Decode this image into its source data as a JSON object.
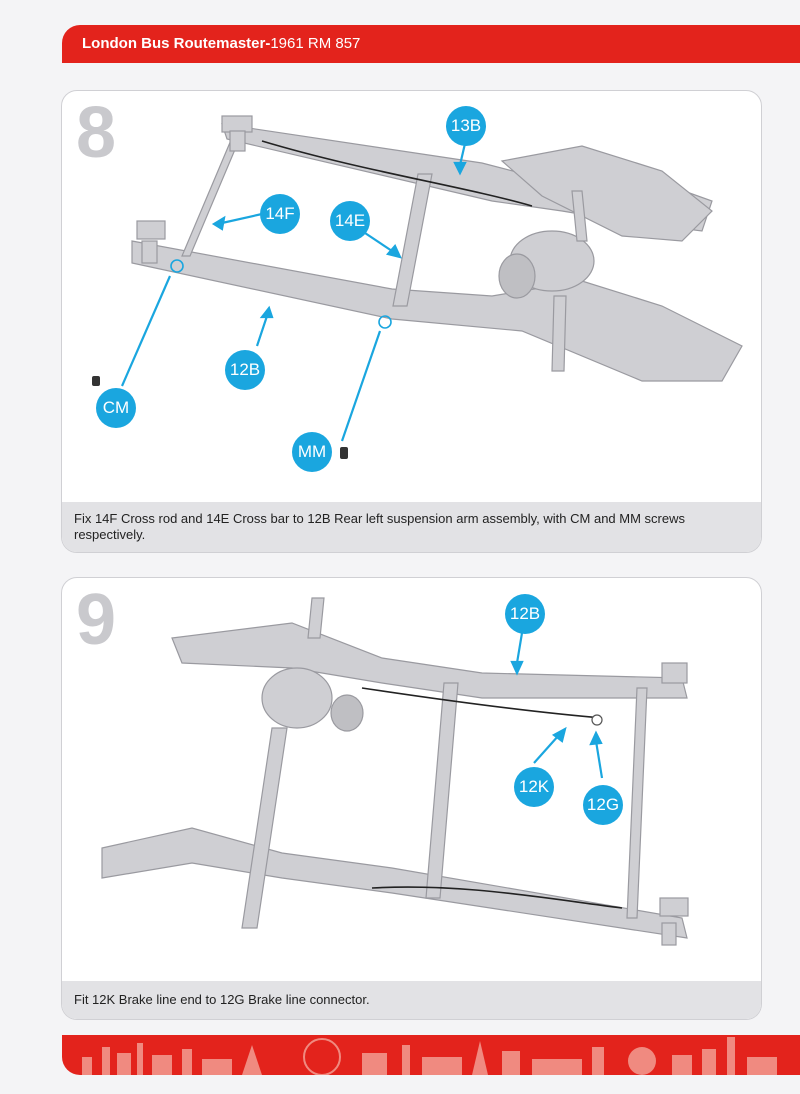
{
  "header": {
    "title_bold": "London Bus Routemaster-",
    "title_rest": "1961 RM 857"
  },
  "steps": [
    {
      "number": "8",
      "callouts": {
        "c13b": "13B",
        "c14f": "14F",
        "c14e": "14E",
        "c12b": "12B",
        "ccm": "CM",
        "cmm": "MM"
      },
      "caption": "Fix 14F Cross rod and 14E Cross bar to 12B Rear left suspension arm assembly, with CM and MM screws respectively."
    },
    {
      "number": "9",
      "callouts": {
        "c12b": "12B",
        "c12k": "12K",
        "c12g": "12G"
      },
      "caption": "Fit 12K Brake line end to 12G Brake line connector."
    }
  ],
  "colors": {
    "brand_red": "#e3231c",
    "callout_blue": "#1aa6df"
  }
}
